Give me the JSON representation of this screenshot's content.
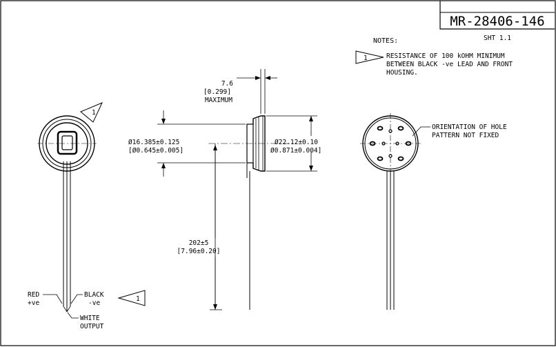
{
  "title_block": {
    "drawing_number": "MR-28406-146",
    "sheet": "SHT 1.1"
  },
  "notes": {
    "heading": "NOTES:",
    "note_symbol": "1",
    "note_lines": [
      "RESISTANCE OF 100 kOHM MINIMUM",
      "BETWEEN BLACK -ve LEAD AND FRONT",
      "HOUSING."
    ]
  },
  "front_view": {
    "flag_symbol": "1"
  },
  "dimensions": {
    "depth_max": [
      "7.6",
      "[0.299]",
      "MAXIMUM"
    ],
    "front_diameter": [
      "Ø16.385±0.125",
      "[Ø0.645±0.005]"
    ],
    "housing_diameter": [
      "Ø22.12±0.10",
      "Ø0.871±0.004]"
    ],
    "lead_length": [
      "202±5",
      "[7.96±0.20]"
    ]
  },
  "rear_view": {
    "orientation_note": [
      "ORIENTATION OF HOLE",
      "PATTERN NOT FIXED"
    ]
  },
  "leads": {
    "red": [
      "RED",
      "+ve"
    ],
    "black": [
      "BLACK",
      "-ve"
    ],
    "white": [
      "WHITE",
      "OUTPUT"
    ],
    "flag_symbol": "1"
  }
}
